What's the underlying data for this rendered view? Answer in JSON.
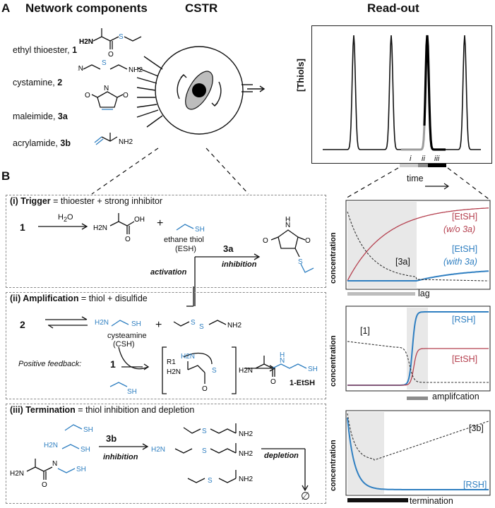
{
  "panel_a": {
    "letter": "A",
    "col_network": "Network components",
    "col_cstr": "CSTR",
    "col_readout": "Read-out",
    "components": [
      {
        "name": "ethyl thioester, ",
        "num": "1"
      },
      {
        "name": "cystamine, ",
        "num": "2"
      },
      {
        "name": "maleimide, ",
        "num": "3a"
      },
      {
        "name": "acrylamide, ",
        "num": "3b"
      }
    ],
    "readout_ylabel": "[Thiols]",
    "phases": [
      "i",
      "ii",
      "iii"
    ],
    "time_label": "time"
  },
  "panel_b": {
    "letter": "B",
    "trigger": {
      "title_bold": "(i) Trigger",
      "title_rest": " = thioester + strong inhibitor",
      "reactant": "1",
      "reagent": "H2O",
      "plus": "+",
      "thiol_name_1": "ethane thiol",
      "thiol_name_2": "(ESH)",
      "inhib_label": "3a",
      "activation": "activation",
      "inhibition": "inhibition"
    },
    "amplification": {
      "title_bold": "(ii) Amplification",
      "title_rest": " = thiol + disulfide",
      "reactant": "2",
      "csh_name_1": "cysteamine",
      "csh_name_2": "(CSH)",
      "feedback": "Positive feedback:",
      "feedback_num": "1",
      "product": "1-EtSH",
      "plus": "+"
    },
    "termination": {
      "title_bold": "(iii) Termination",
      "title_rest": " = thiol inhibition and depletion",
      "reagent": "3b",
      "inhibition": "inhibition",
      "depletion": "depletion"
    }
  },
  "chem": {
    "sh": "SH",
    "s": "S",
    "nh2": "NH2",
    "h2n": "H2N",
    "oh": "OH",
    "o": "O",
    "n": "N",
    "h": "H",
    "r1": "R1",
    "empty": "∅"
  },
  "plots": [
    {
      "ylabel": "concentration",
      "legend": [
        "[EtSH]",
        "(w/o 3a)",
        "[EtSH]",
        "(with 3a)",
        "[3a]"
      ],
      "bar_label": "lag",
      "colors": {
        "red": "#b5404f",
        "blue": "#2f7fc1",
        "bar": "#bdbdbd"
      }
    },
    {
      "ylabel": "concentration",
      "legend": [
        "[RSH]",
        "[1]",
        "[EtSH]"
      ],
      "bar_label": "amplifcation",
      "colors": {
        "red": "#b5404f",
        "blue": "#2f7fc1",
        "bar": "#8c8c8c"
      }
    },
    {
      "ylabel": "concentration",
      "legend": [
        "[3b]",
        "[RSH]"
      ],
      "bar_label": "termination",
      "colors": {
        "blue": "#2f7fc1",
        "bar": "#111111"
      }
    }
  ]
}
